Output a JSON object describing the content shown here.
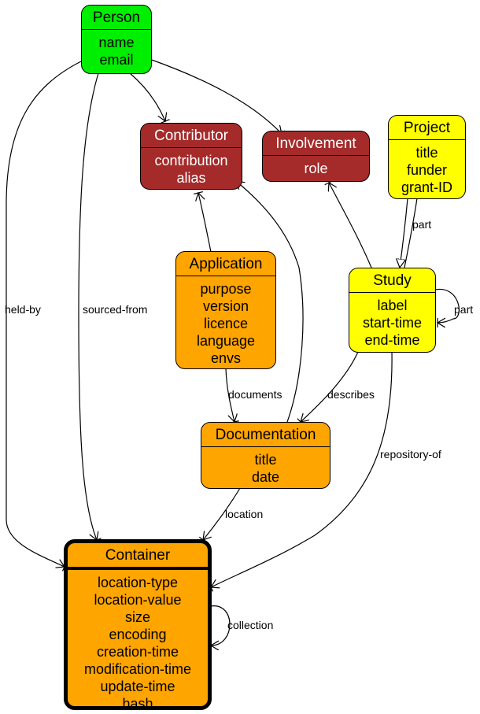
{
  "colors": {
    "person": "#00ee00",
    "contributor": "#a52a2a",
    "involvement": "#a52a2a",
    "project": "#ffff00",
    "study": "#ffff00",
    "application": "#ffa500",
    "documentation": "#ffa500",
    "container": "#ffa500"
  },
  "nodes": {
    "person": {
      "title": "Person",
      "attrs": [
        "name",
        "email"
      ]
    },
    "contributor": {
      "title": "Contributor",
      "attrs": [
        "contribution",
        "alias"
      ]
    },
    "involvement": {
      "title": "Involvement",
      "attrs": [
        "role"
      ]
    },
    "project": {
      "title": "Project",
      "attrs": [
        "title",
        "funder",
        "grant-ID"
      ]
    },
    "study": {
      "title": "Study",
      "attrs": [
        "label",
        "start-time",
        "end-time"
      ]
    },
    "application": {
      "title": "Application",
      "attrs": [
        "purpose",
        "version",
        "licence",
        "language",
        "envs"
      ]
    },
    "documentation": {
      "title": "Documentation",
      "attrs": [
        "title",
        "date"
      ]
    },
    "container": {
      "title": "Container",
      "attrs": [
        "location-type",
        "location-value",
        "size",
        "encoding",
        "creation-time",
        "modification-time",
        "update-time",
        "hash"
      ]
    }
  },
  "edges": {
    "held_by": "held-by",
    "sourced_from": "sourced-from",
    "documents": "documents",
    "describes": "describes",
    "location": "location",
    "repository_of": "repository-of",
    "collection": "collection",
    "study_part": "part",
    "project_part": "part"
  }
}
